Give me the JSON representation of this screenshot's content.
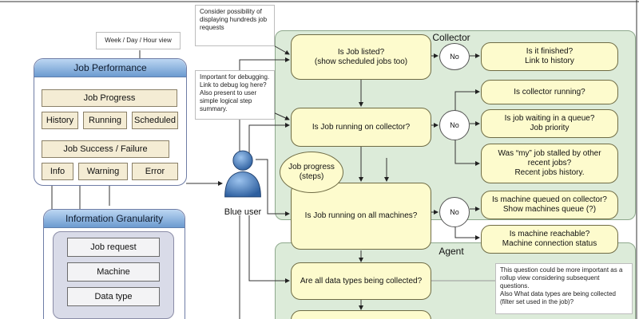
{
  "notes": {
    "view_note": "Week / Day / Hour view",
    "jobs_note": "Consider possibility of displaying hundreds job requests",
    "debug_note": "Important for debugging. Link to debug log here? Also present to user simple logical step summary.",
    "rollup_note_line1": "This question could be more important as a rollup view considering subsequent questions.",
    "rollup_note_line2": "Also What data types are being collected (filter set used in the job)?"
  },
  "job_performance": {
    "title": "Job Performance",
    "progress": "Job Progress",
    "history": "History",
    "running": "Running",
    "scheduled": "Scheduled",
    "success_failure": "Job Success / Failure",
    "info": "Info",
    "warning": "Warning",
    "error": "Error"
  },
  "info_granularity": {
    "title": "Information Granularity",
    "items": [
      "Job request",
      "Machine",
      "Data type"
    ]
  },
  "user": {
    "label": "Blue user"
  },
  "collector": {
    "title": "Collector",
    "is_job_listed": "Is Job listed?\n(show scheduled jobs too)",
    "is_job_running": "Is Job running on collector?",
    "is_running_all": "Is Job running on all machines?",
    "job_progress": "Job progress\n(steps)",
    "no1": "No",
    "no2": "No",
    "no3": "No",
    "is_finished": "Is it finished?\nLink to history",
    "is_collector_running": "Is collector running?",
    "is_job_waiting": "Is job waiting in a queue?\nJob priority",
    "was_stalled": "Was “my” job stalled by other recent jobs?\nRecent jobs history.",
    "is_machine_queued": "Is machine queued on collector?\nShow machines queue (?)"
  },
  "agent": {
    "title": "Agent",
    "is_machine_reachable": "Is machine reachable?\nMachine connection status",
    "all_data_types": "Are all data types being collected?"
  }
}
